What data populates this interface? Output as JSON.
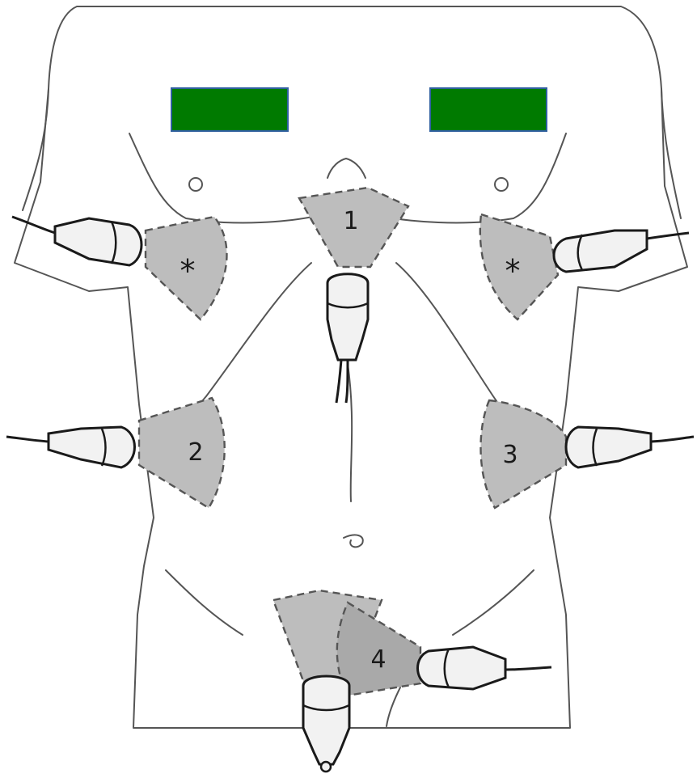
{
  "colors": {
    "skin": "#e6e6e6",
    "zone_fill": "#bdbdbd",
    "zone_overlap": "#a9a9a9",
    "redaction_box": "#007a00",
    "redaction_border": "#2f5f9f"
  },
  "labels": {
    "zone_1": "1",
    "zone_2": "2",
    "zone_3": "3",
    "zone_4": "4",
    "right_thorax_marker": "*",
    "left_thorax_marker": "*"
  },
  "probes": [
    {
      "name": "subxiphoid-probe",
      "icon": "ultrasound-probe-icon"
    },
    {
      "name": "right-upper-quadrant-probe",
      "icon": "ultrasound-probe-icon"
    },
    {
      "name": "left-upper-quadrant-probe",
      "icon": "ultrasound-probe-icon"
    },
    {
      "name": "right-thorax-probe",
      "icon": "ultrasound-probe-icon"
    },
    {
      "name": "left-thorax-probe",
      "icon": "ultrasound-probe-icon"
    },
    {
      "name": "pelvic-transverse-probe",
      "icon": "ultrasound-probe-icon"
    },
    {
      "name": "pelvic-longitudinal-probe",
      "icon": "ultrasound-probe-icon"
    }
  ]
}
